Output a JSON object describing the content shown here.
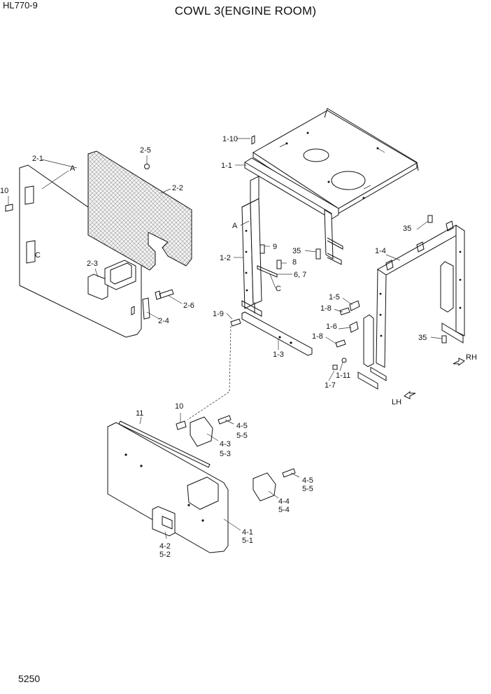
{
  "header": {
    "model": "HL770-9",
    "title": "COWL 3(ENGINE ROOM)"
  },
  "footer": {
    "page_number": "5250"
  },
  "callouts": {
    "p1_10": "1-10",
    "p1_1": "1-1",
    "pA_frame": "A",
    "p1_2": "1-2",
    "p9": "9",
    "p8": "8",
    "p35_mid": "35",
    "p6_7": "6, 7",
    "pC_frame": "C",
    "p1_9": "1-9",
    "p1_3": "1-3",
    "p35_top": "35",
    "p1_4": "1-4",
    "p1_5": "1-5",
    "p1_8a": "1-8",
    "p1_6": "1-6",
    "p1_8b": "1-8",
    "p35_right": "35",
    "p1_11": "1-11",
    "p1_7": "1-7",
    "pRH": "RH",
    "pLH": "LH",
    "p2_1": "2-1",
    "pA_door": "A",
    "p10_left": "10",
    "pC_door": "C",
    "p2_5": "2-5",
    "p2_2": "2-2",
    "p2_3": "2-3",
    "p2_6": "2-6",
    "p2_4": "2-4",
    "p11": "11",
    "p10_low": "10",
    "p4_5a": "4-5",
    "p5_5a": "5-5",
    "p4_3": "4-3",
    "p5_3": "5-3",
    "p4_5b": "4-5",
    "p5_5b": "5-5",
    "p4_4": "4-4",
    "p5_4": "5-4",
    "p4_1": "4-1",
    "p5_1": "5-1",
    "p4_2": "4-2",
    "p5_2": "5-2"
  },
  "icons": [
    "arrow-rh-icon",
    "arrow-lh-icon"
  ]
}
